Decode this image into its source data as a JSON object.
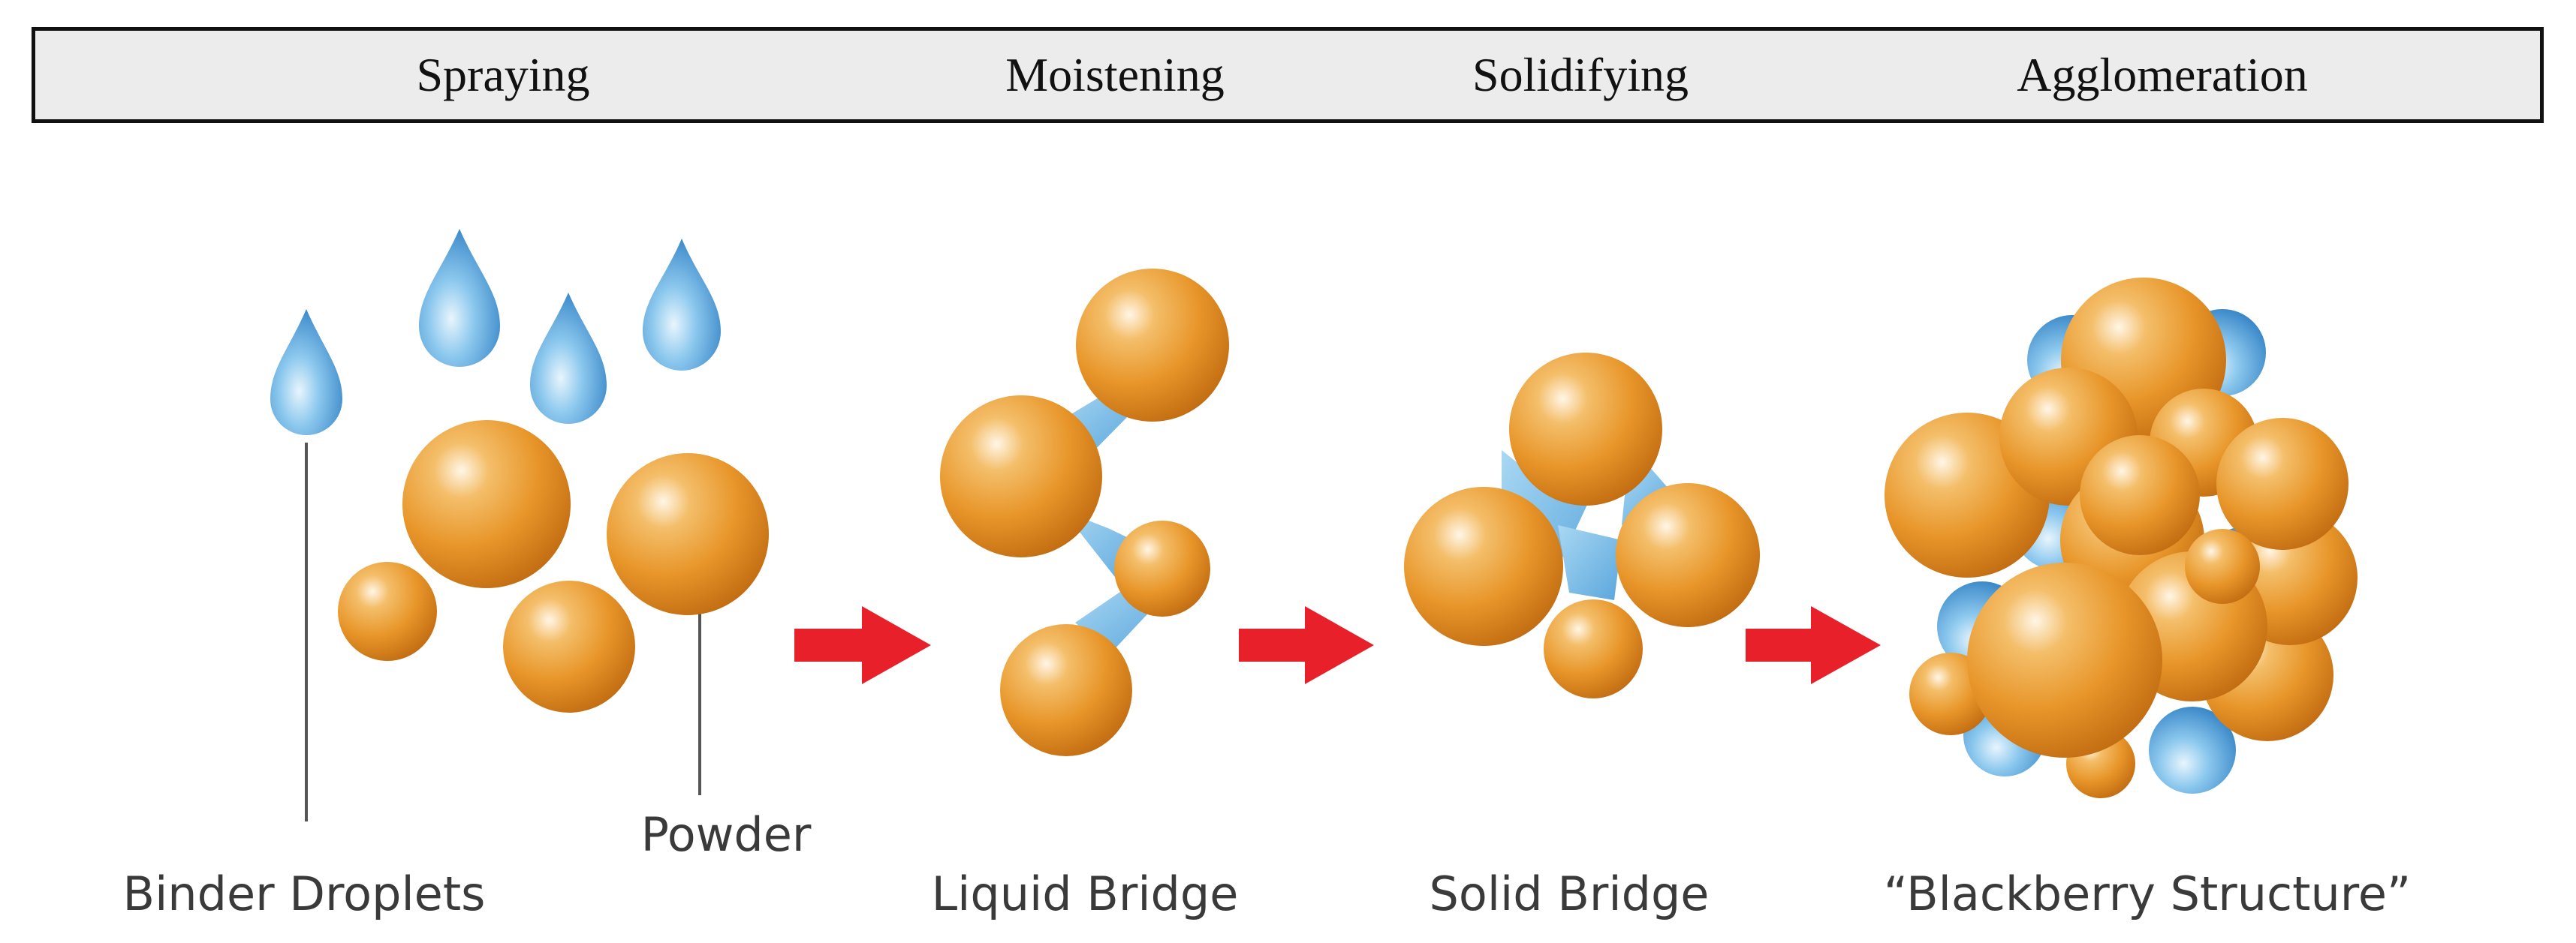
{
  "stages": [
    "Spraying",
    "Moistening",
    "Solidifying",
    "Agglomeration"
  ],
  "captions": {
    "binder_droplets": "Binder Droplets",
    "powder": "Powder",
    "liquid_bridge": "Liquid Bridge",
    "solid_bridge": "Solid Bridge",
    "blackberry": "“Blackberry Structure”"
  },
  "colors": {
    "particle": "#e8962a",
    "droplet": "#3a8fd0",
    "bridge": "#7fbfe6",
    "arrow": "#e8202a",
    "leader_line": "#555555"
  },
  "icons": [
    "binder-droplet-icon",
    "powder-particle-icon",
    "process-arrow-icon"
  ]
}
